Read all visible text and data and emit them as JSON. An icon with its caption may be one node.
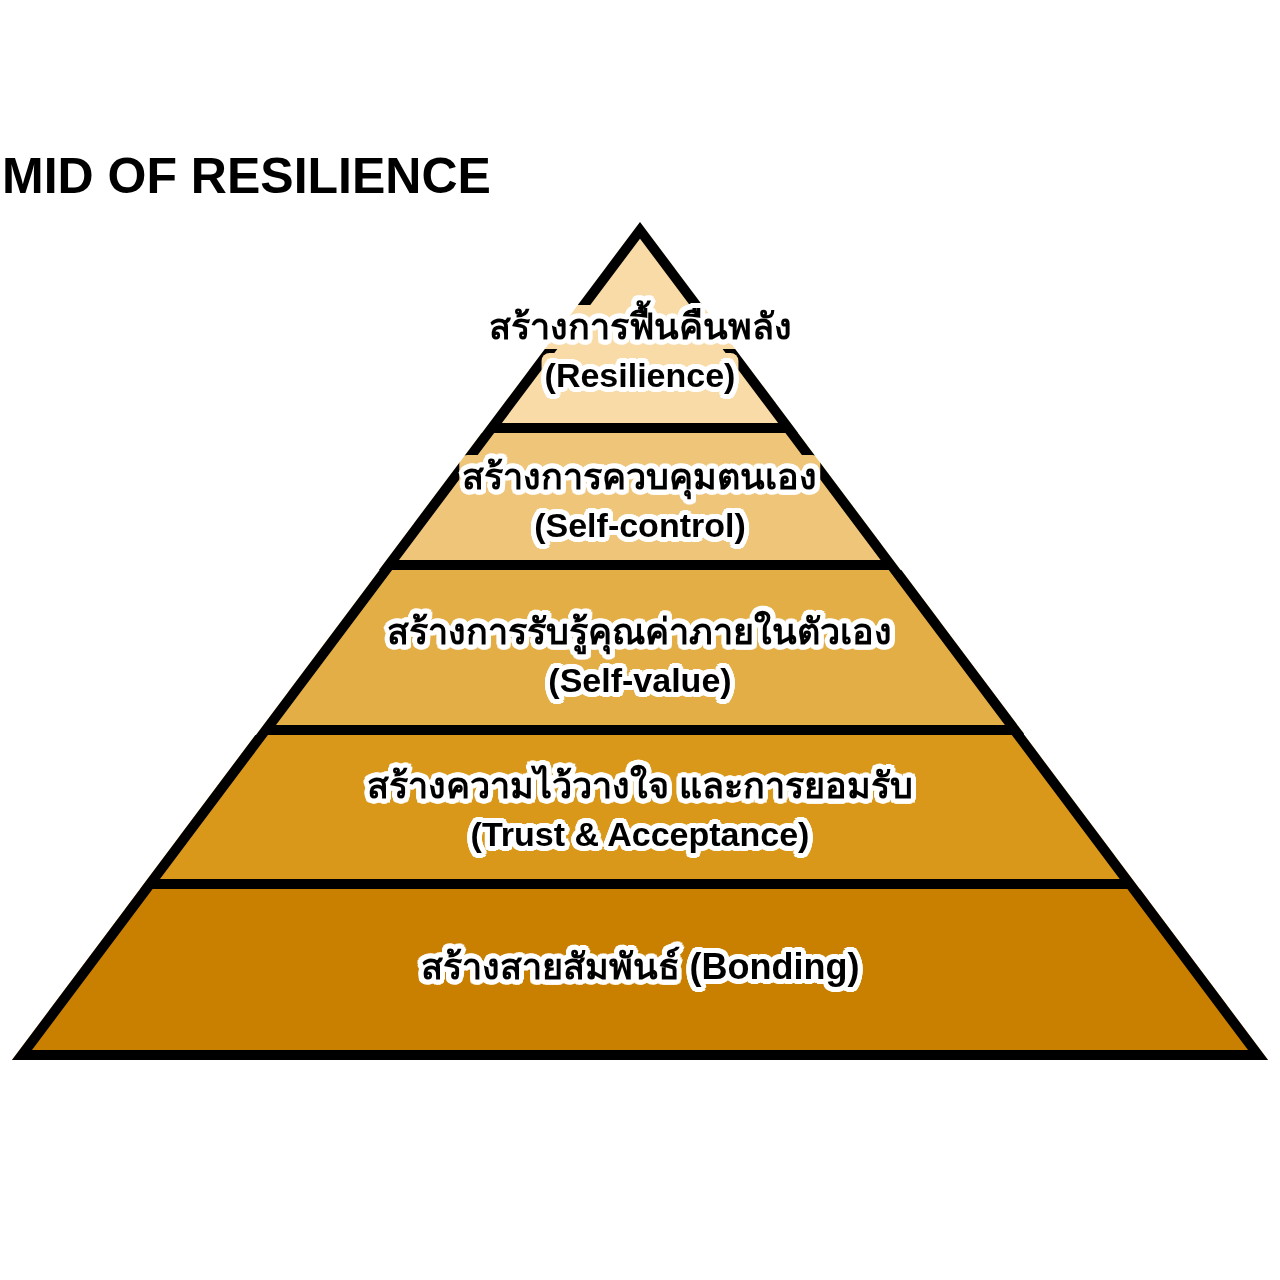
{
  "diagram": {
    "title": "MID OF RESILIENCE",
    "nodes": [
      {
        "text": [
          "สร้างการฟื้นคืนพลัง",
          "(Resilience)"
        ]
      },
      {
        "text": [
          "สร้างการควบคุมตนเอง",
          "(Self-control)"
        ]
      },
      {
        "text": [
          "สร้างการรับรู้คุณค่าภายในตัวเอง",
          "(Self-value)"
        ]
      },
      {
        "text": [
          "สร้างความไว้วางใจ และการยอมรับ",
          "(Trust & Acceptance)"
        ]
      },
      {
        "text": [
          "สร้างสายสัมพันธ์ (Bonding)"
        ]
      }
    ]
  }
}
